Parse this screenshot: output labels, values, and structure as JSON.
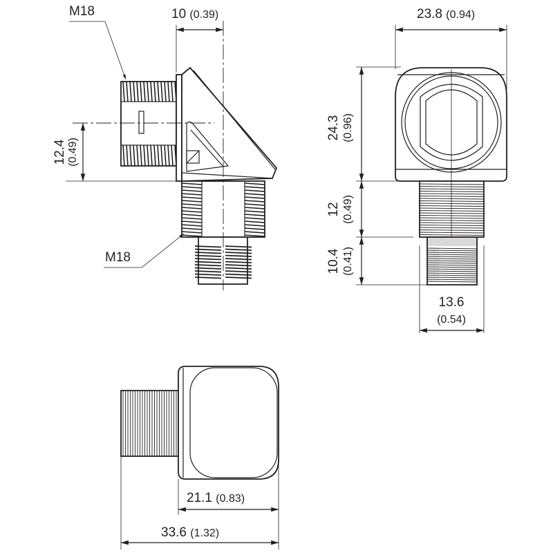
{
  "title": "Dimensional drawing of M18 right-angle sensor adapter",
  "side_view": {
    "thread_label_top": "M18",
    "thread_label_bottom": "M18",
    "dim_width": {
      "mm": "10",
      "in": "(0.39)"
    },
    "dim_offset": {
      "mm": "12.4",
      "in": "(0.49)"
    }
  },
  "front_view": {
    "dim_width": {
      "mm": "23.8",
      "in": "(0.94)"
    },
    "dim_body_height": {
      "mm": "24.3",
      "in": "(0.96)"
    },
    "dim_thread_length": {
      "mm": "12",
      "in": "(0.49)"
    },
    "dim_connector_length": {
      "mm": "10.4",
      "in": "(0.41)"
    },
    "dim_thread_width": {
      "mm": "13.6",
      "in": "(0.54)"
    }
  },
  "top_view": {
    "dim_body_width": {
      "mm": "21.1",
      "in": "(0.83)"
    },
    "dim_total_width": {
      "mm": "33.6",
      "in": "(1.32)"
    }
  },
  "colors": {
    "line": "#231f20",
    "highlight": "#d9d9d9"
  }
}
